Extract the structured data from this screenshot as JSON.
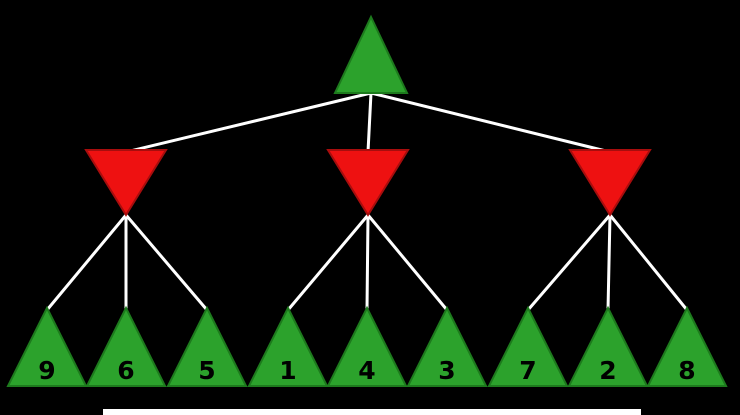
{
  "colors": {
    "background": "#000000",
    "max_node": "#2ca22c",
    "min_node": "#ee1111",
    "edge": "#ffffff",
    "value_text": "#000000",
    "bottom_rule": "#ffffff"
  },
  "tree": {
    "leaves": [
      {
        "value": "9"
      },
      {
        "value": "6"
      },
      {
        "value": "5"
      },
      {
        "value": "1"
      },
      {
        "value": "4"
      },
      {
        "value": "3"
      },
      {
        "value": "7"
      },
      {
        "value": "2"
      },
      {
        "value": "8"
      }
    ]
  }
}
